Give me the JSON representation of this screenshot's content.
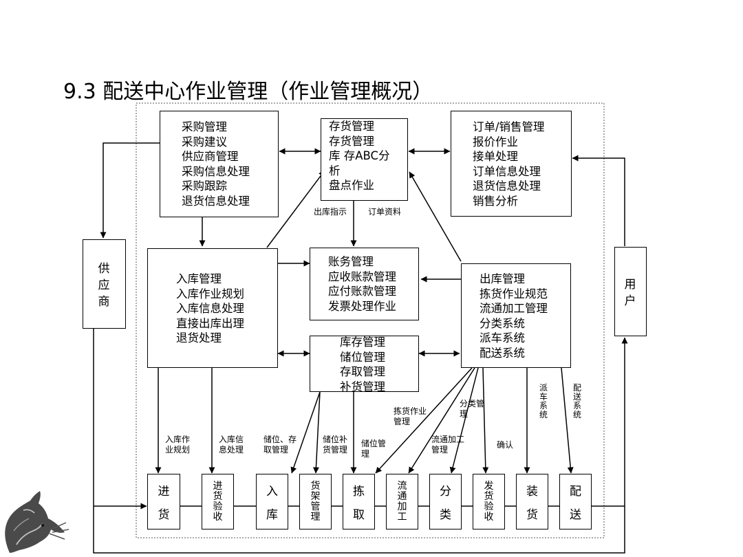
{
  "title": "9.3 配送中心作业管理（作业管理概况）",
  "boxes": {
    "purchase": [
      "采购管理",
      "采购建议",
      "供应商管理",
      "采购信息处理",
      "采购跟踪",
      "退货信息处理"
    ],
    "inventory": [
      "存货管理",
      "存货管理",
      "库 存ABC分",
      "析",
      "盘点作业"
    ],
    "order": [
      "订单/销售管理",
      "报价作业",
      "接单处理",
      "订单信息处理",
      "退货信息处理",
      "销售分析"
    ],
    "inbound": [
      "入库管理",
      "入库作业规划",
      "入库信息处理",
      "直接出库出理",
      "退货处理"
    ],
    "accounts": [
      "账务管理",
      "应收账款管理",
      "应付账款管理",
      "发票处理作业"
    ],
    "storage": [
      "库存管理",
      "储位管理",
      "存取管理",
      "补货管理"
    ],
    "outbound": [
      "出库管理",
      "拣货作业规范",
      "流通加工管理",
      "分类系统",
      "派车系统",
      "配送系统"
    ]
  },
  "supplier": [
    "供",
    "应",
    "商"
  ],
  "user": [
    "用",
    "户"
  ],
  "flow_labels": {
    "outbound_instruction": "出库指示",
    "order_data": "订单资料",
    "inbound_planning": [
      "入库作",
      "业规划"
    ],
    "inbound_info": [
      "入库信",
      "息处理"
    ],
    "storage_retrieval": [
      "储位、存",
      "取管理"
    ],
    "storage_replenish": [
      "储位补",
      "货管理"
    ],
    "storage_mgmt": [
      "储位管",
      "理"
    ],
    "picking_spec": [
      "拣货作业",
      "管理"
    ],
    "processing_mgmt": [
      "流通加工",
      "管理"
    ],
    "sort_mgmt": [
      "分类管",
      "理"
    ],
    "confirm": "确认",
    "dispatch_system": "派车系统",
    "delivery_system": "配送系统"
  },
  "process_steps": [
    [
      "进",
      "货"
    ],
    [
      "进",
      "货",
      "验",
      "收"
    ],
    [
      "入",
      "库"
    ],
    [
      "货",
      "架",
      "管",
      "理"
    ],
    [
      "拣",
      "取"
    ],
    [
      "流",
      "通",
      "加",
      "工"
    ],
    [
      "分",
      "类"
    ],
    [
      "发",
      "货",
      "验",
      "收"
    ],
    [
      "装",
      "货"
    ],
    [
      "配",
      "送"
    ]
  ]
}
